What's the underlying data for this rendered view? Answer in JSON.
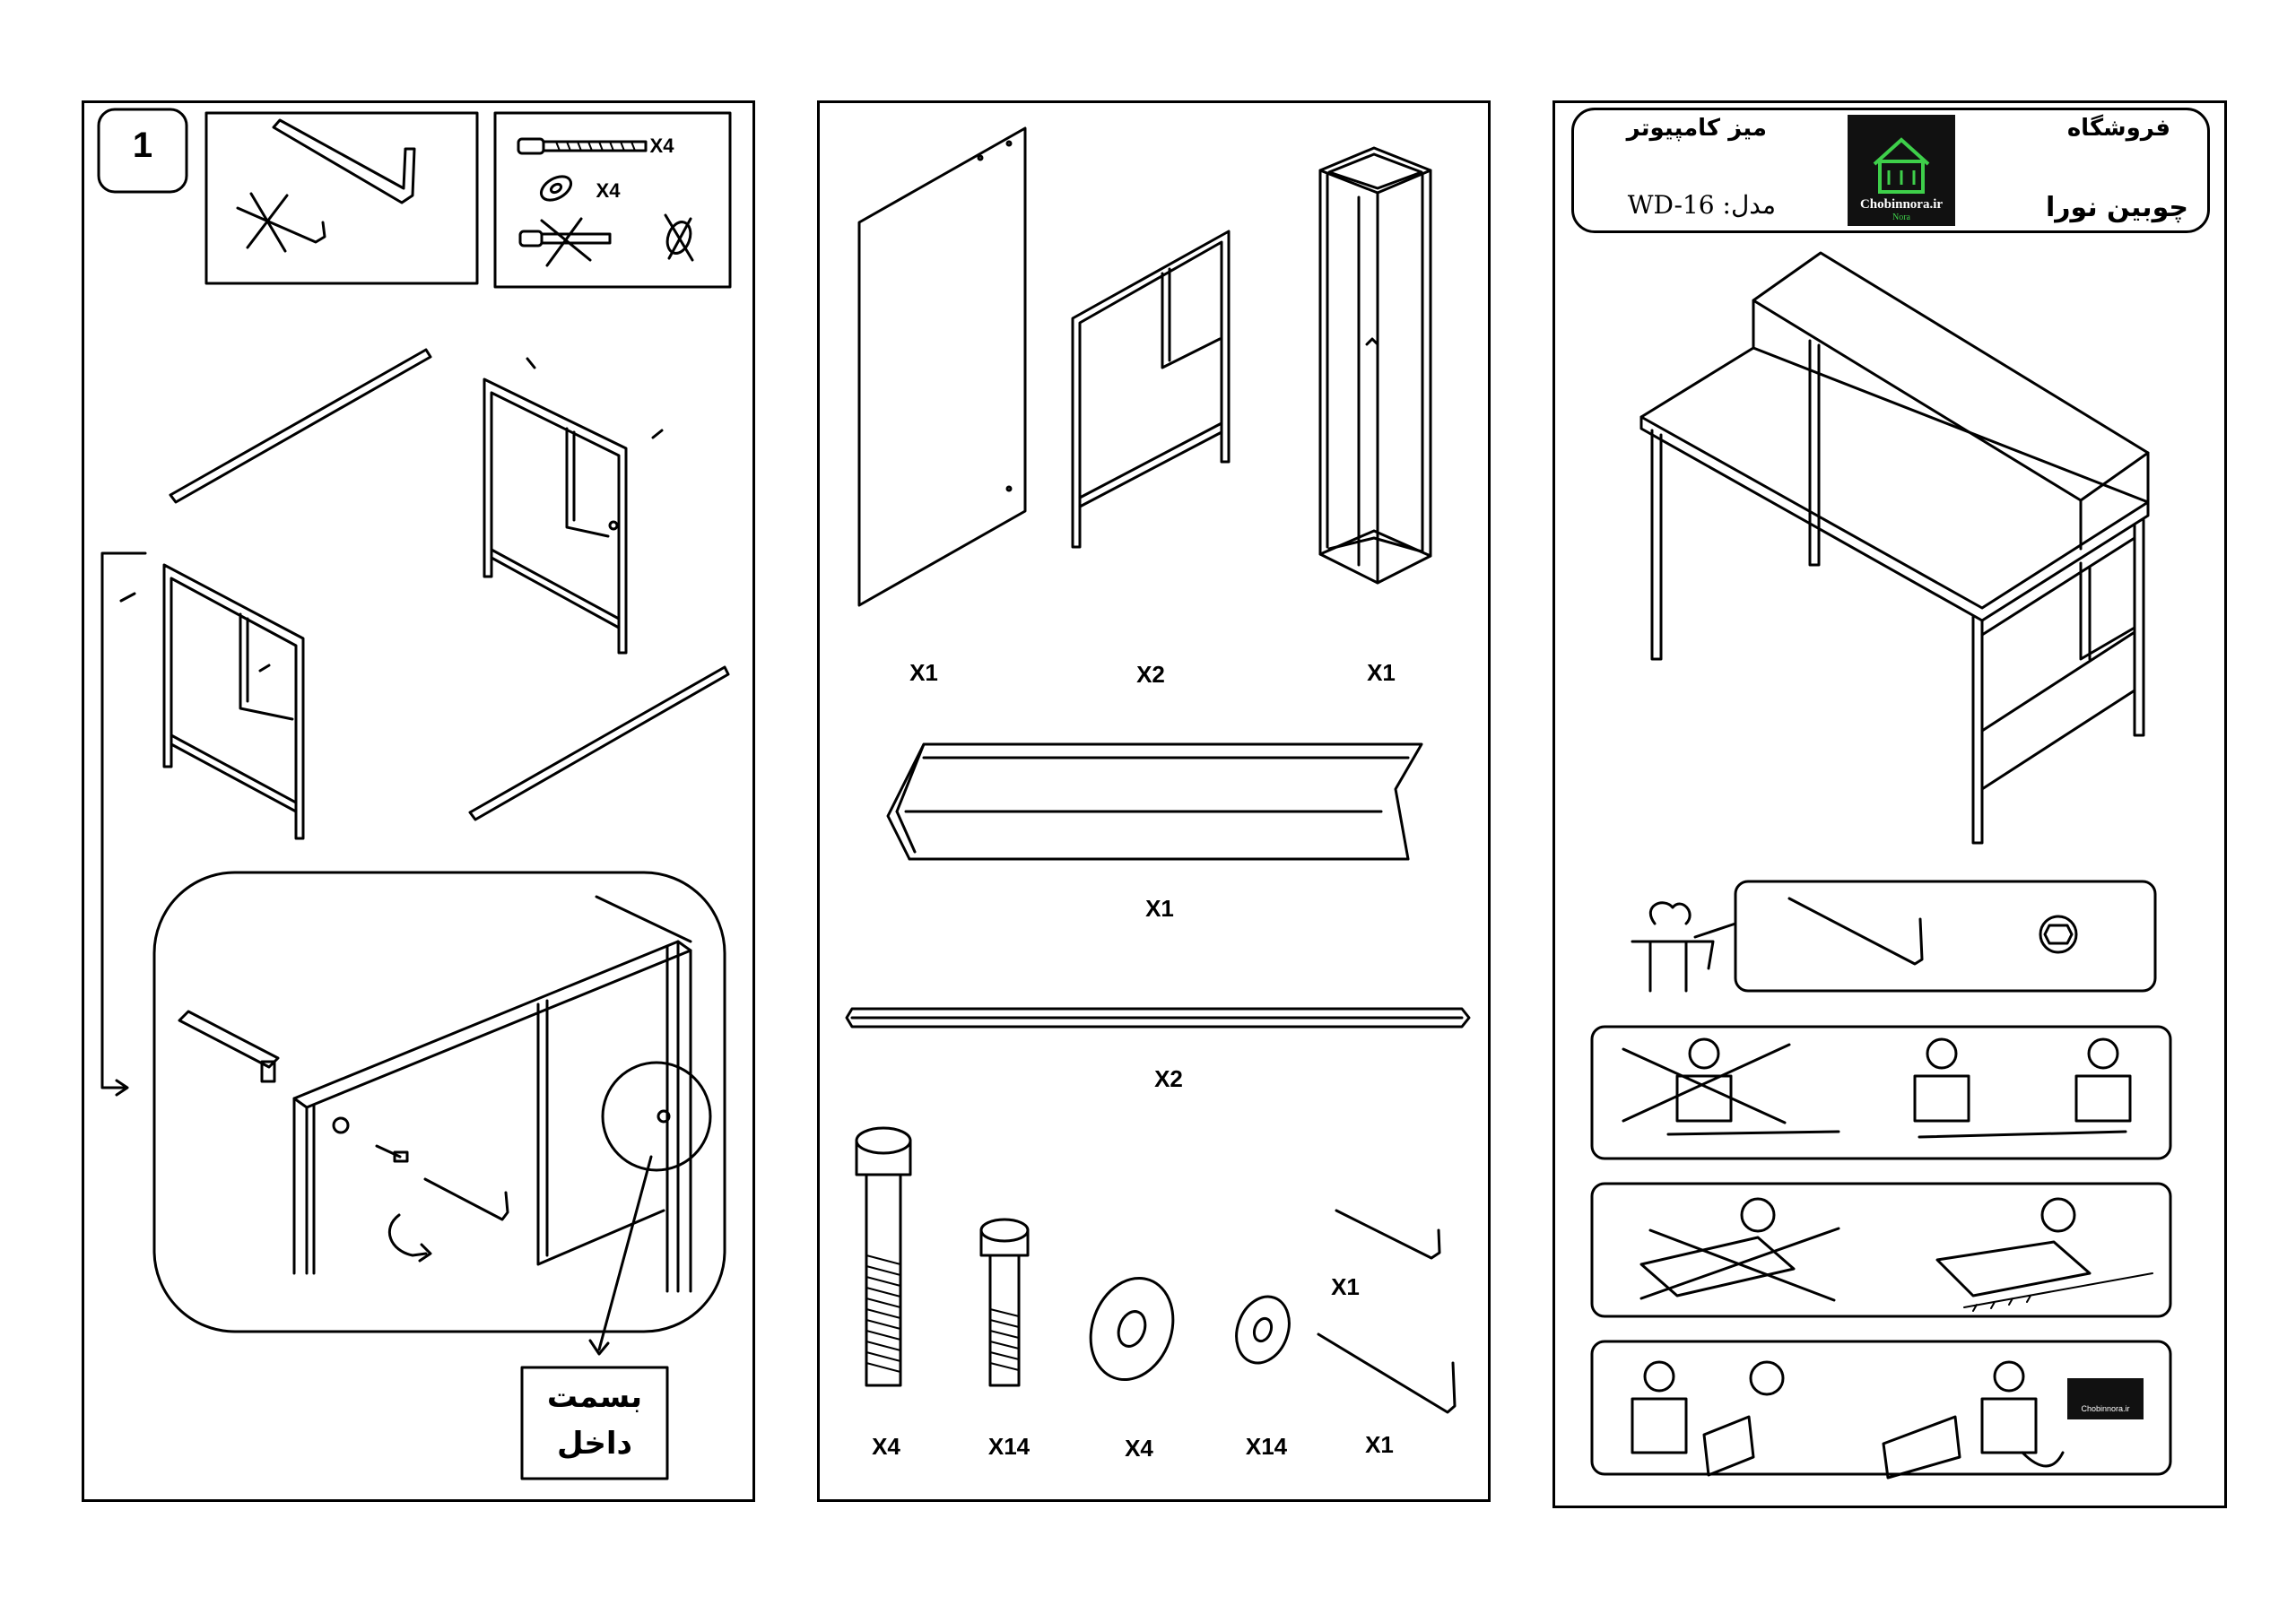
{
  "step": {
    "number": "1"
  },
  "left": {
    "hw_qty_screw": "X4",
    "hw_qty_washer": "X4",
    "inside_label_line1": "بسمت",
    "inside_label_line2": "داخل"
  },
  "middle": {
    "parts": [
      {
        "name": "desk-top-panel",
        "qty": "X1"
      },
      {
        "name": "side-frame",
        "qty": "X2"
      },
      {
        "name": "shelf-frame",
        "qty": "X1"
      },
      {
        "name": "angled-shelf-panel",
        "qty": "X1"
      },
      {
        "name": "crossbar",
        "qty": "X2"
      }
    ],
    "hardware": [
      {
        "name": "long-bolt",
        "qty": "X4"
      },
      {
        "name": "short-bolt",
        "qty": "X14"
      },
      {
        "name": "large-washer",
        "qty": "X4"
      },
      {
        "name": "small-washer",
        "qty": "X14"
      },
      {
        "name": "small-allen-key",
        "qty": "X1"
      },
      {
        "name": "large-allen-key",
        "qty": "X1"
      }
    ]
  },
  "right": {
    "store_label": "فروشگاه",
    "store_name": "چوبین نورا",
    "product_title": "میز کامپیوتر",
    "model": "مدل: WD-16",
    "logo_text": "Chobinnora.ir",
    "logo_subtext": "Nora",
    "badge_text": "Chobinnora.ir"
  },
  "colors": {
    "logo_bg": "#111111",
    "logo_green": "#3ecf4a",
    "ink": "#000000"
  }
}
